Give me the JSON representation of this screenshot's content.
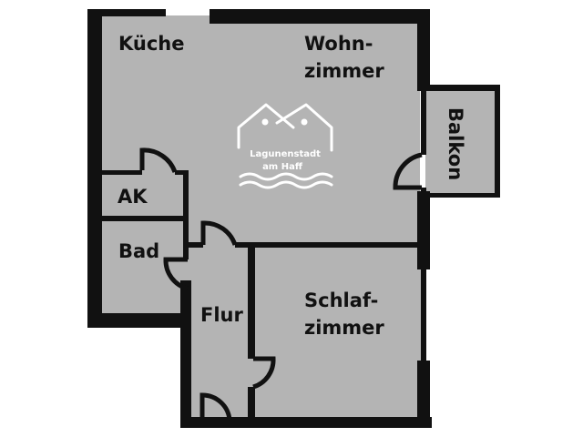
{
  "colors": {
    "floor": "#b4b4b4",
    "wall": "#111111",
    "background": "#ffffff",
    "logo": "#ffffff"
  },
  "rooms": {
    "kueche": "Küche",
    "wohnzimmer_line1": "Wohn-",
    "wohnzimmer_line2": "zimmer",
    "balkon": "Balkon",
    "ak": "AK",
    "bad": "Bad",
    "flur": "Flur",
    "schlafzimmer_line1": "Schlaf-",
    "schlafzimmer_line2": "zimmer"
  },
  "logo": {
    "line1": "Lagunenstadt",
    "line2": "am Haff",
    "icon": "two-houses-waves-logo"
  }
}
